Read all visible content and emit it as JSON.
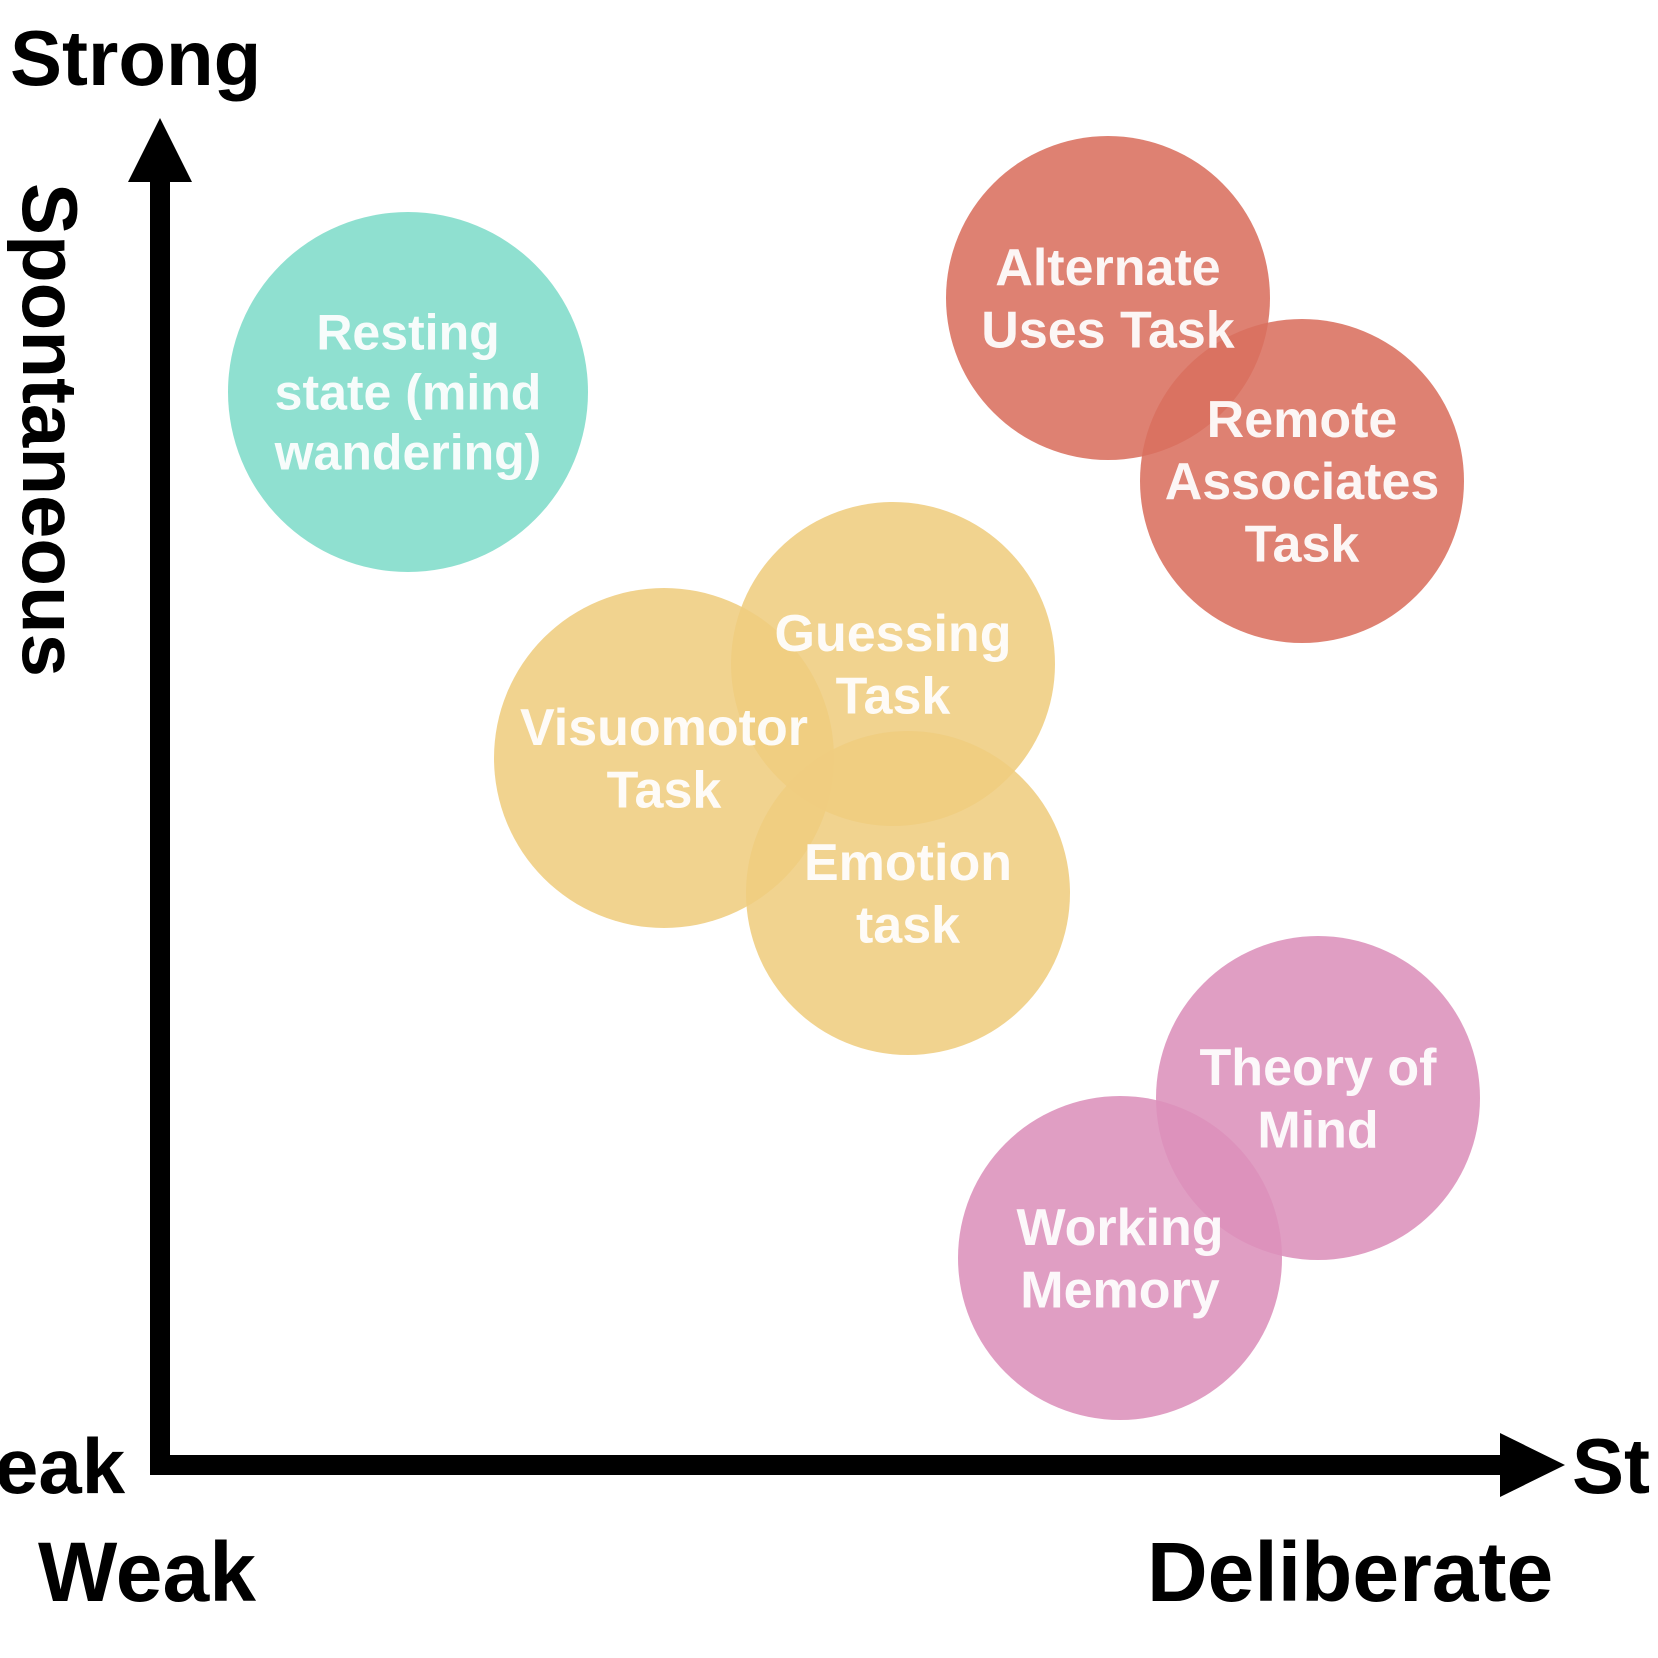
{
  "axes": {
    "y_top_label": "Strong",
    "y_title": "Spontaneous",
    "y_bottom_label_clipped": "eak",
    "x_right_label_clipped": "St",
    "x_left_label": "Weak",
    "x_title": "Deliberate"
  },
  "colors": {
    "teal": "#7fdcc9",
    "red": "#d9705e",
    "yellow": "#efcd7f",
    "pink": "#dc91bb",
    "axis": "#000000"
  },
  "bubbles": [
    {
      "name": "resting-state",
      "lines": [
        "Resting",
        "state (mind",
        "wandering)"
      ],
      "color": "teal"
    },
    {
      "name": "alternate-uses",
      "lines": [
        "Alternate",
        "Uses Task"
      ],
      "color": "red"
    },
    {
      "name": "remote-associates",
      "lines": [
        "Remote",
        "Associates",
        "Task"
      ],
      "color": "red"
    },
    {
      "name": "guessing",
      "lines": [
        "Guessing",
        "Task"
      ],
      "color": "yellow"
    },
    {
      "name": "visuomotor",
      "lines": [
        "Visuomotor",
        "Task"
      ],
      "color": "yellow"
    },
    {
      "name": "emotion",
      "lines": [
        "Emotion",
        "task"
      ],
      "color": "yellow"
    },
    {
      "name": "theory-of-mind",
      "lines": [
        "Theory of",
        "Mind"
      ],
      "color": "pink"
    },
    {
      "name": "working-memory",
      "lines": [
        "Working",
        "Memory"
      ],
      "color": "pink"
    }
  ]
}
